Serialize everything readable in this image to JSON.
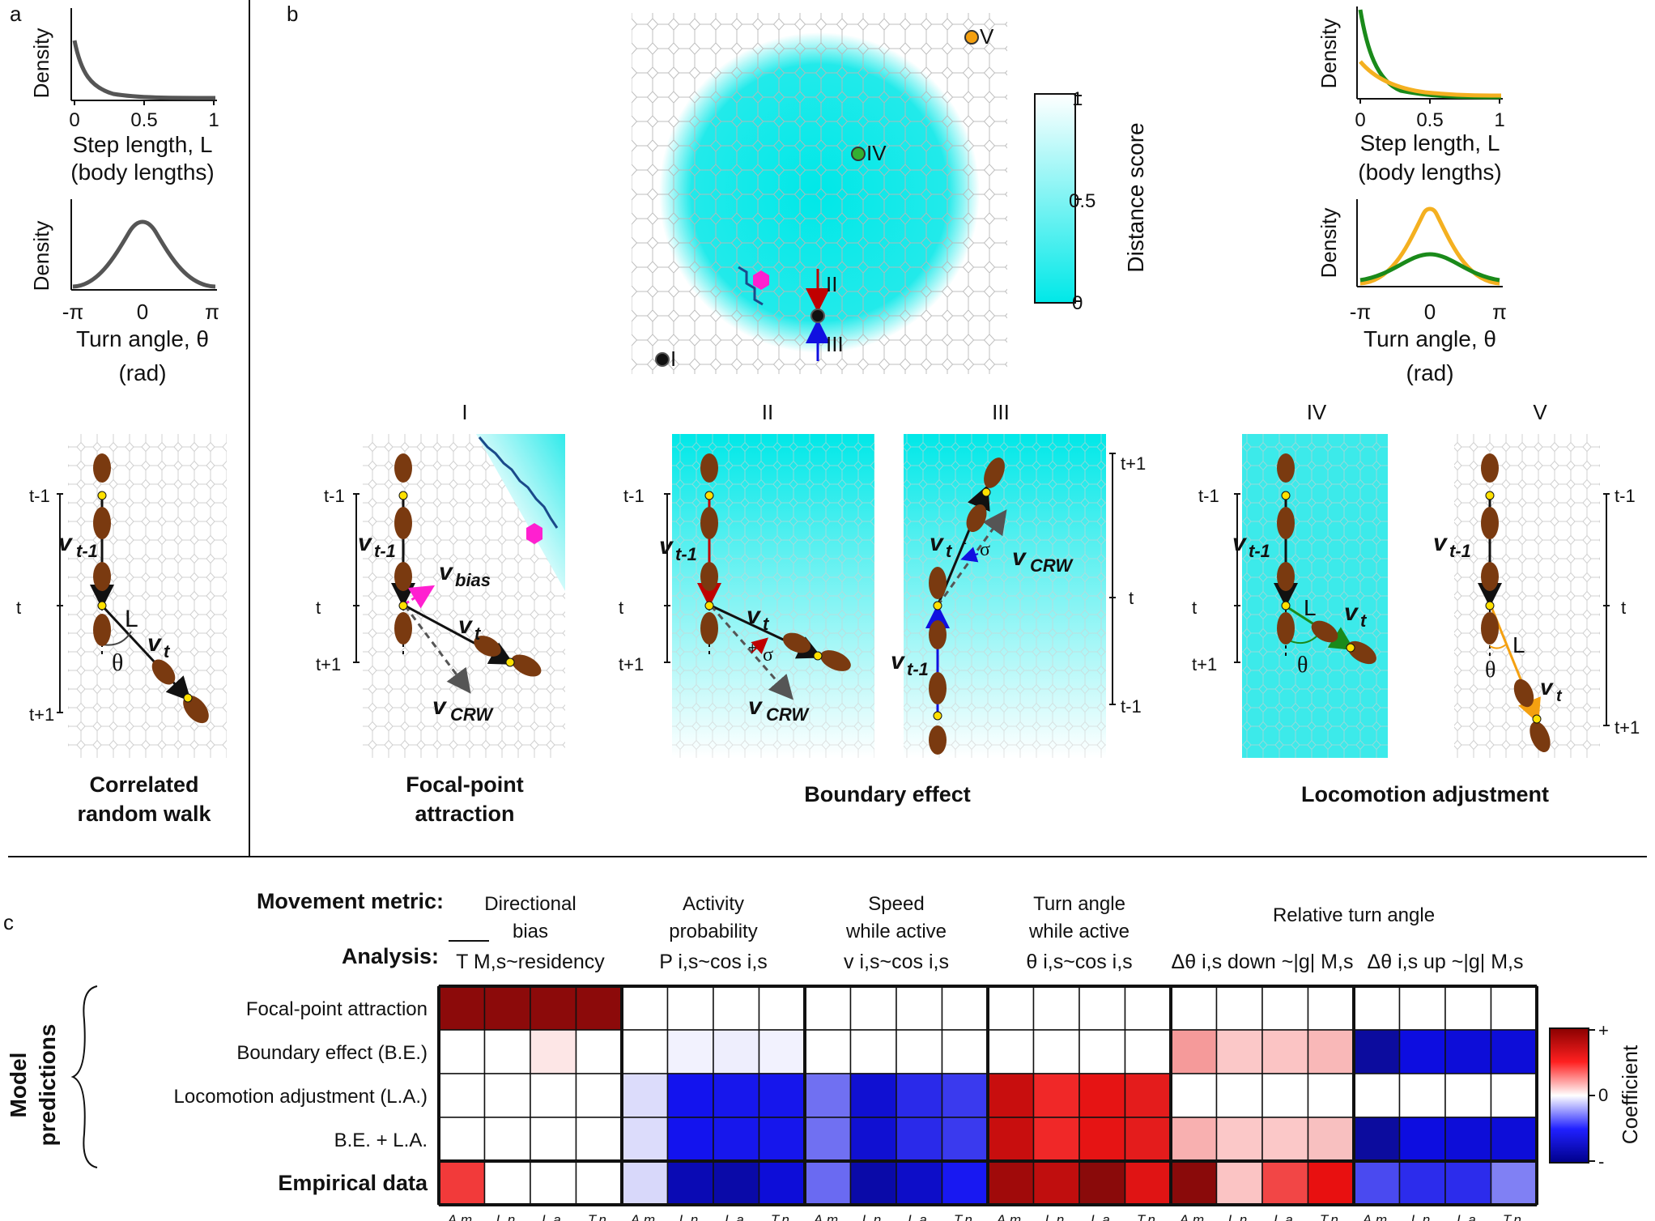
{
  "panels": {
    "a": "a",
    "b": "b",
    "c": "c"
  },
  "distributions": {
    "density": "Density",
    "step_ticks": [
      "0",
      "0.5",
      "1"
    ],
    "step_label": "Step length, L",
    "step_unit": "(body lengths)",
    "turn_ticks": [
      "-π",
      "0",
      "π"
    ],
    "turn_label": "Turn angle,  θ",
    "turn_unit": "(rad)"
  },
  "map": {
    "points": [
      "I",
      "II",
      "III",
      "IV",
      "V"
    ],
    "colorbar": {
      "ticks": [
        "1",
        "0.5",
        "0"
      ],
      "label": "Distance score"
    }
  },
  "scenarios": {
    "crw": {
      "title_1": "Correlated",
      "title_2": "random walk"
    },
    "fpa": {
      "numeral": "I",
      "title_1": "Focal-point",
      "title_2": "attraction"
    },
    "be": {
      "numerals": [
        "II",
        "III"
      ],
      "title": "Boundary effect"
    },
    "la": {
      "numerals": [
        "IV",
        "V"
      ],
      "title": "Locomotion adjustment"
    },
    "time": {
      "tm1": "t-1",
      "t": "t",
      "tp1": "t+1"
    },
    "vectors": {
      "v": "v",
      "sub_prev": "t-1",
      "sub_t": "t",
      "sub_bias": "bias",
      "sub_crw": "CRW"
    },
    "symbols": {
      "L": "L",
      "theta": "θ",
      "sigma": "σ",
      "plus": "+",
      "minus": "-"
    }
  },
  "table": {
    "metric_label": "Movement metric:",
    "analysis_label": "Analysis:",
    "groups": [
      {
        "metric_1": "Directional",
        "metric_2": "bias",
        "analysis": "T M,s~residency"
      },
      {
        "metric_1": "Activity",
        "metric_2": "probability",
        "analysis": "P i,s~cos i,s"
      },
      {
        "metric_1": "Speed",
        "metric_2": "while active",
        "analysis": "v i,s~cos i,s"
      },
      {
        "metric_1": "Turn angle",
        "metric_2": "while active",
        "analysis": "θ i,s~cos i,s"
      },
      {
        "metric_1": "Relative turn angle",
        "metric_2": "",
        "analysis": "Δθ i,s down ~|g| M,s"
      },
      {
        "metric_1": "",
        "metric_2": "",
        "analysis": "Δθ i,s up ~|g| M,s"
      }
    ],
    "model_label_1": "Model",
    "model_label_2": "predictions",
    "rows": [
      "Focal-point attraction",
      "Boundary effect (B.E.)",
      "Locomotion adjustment (L.A.)",
      "B.E. + L.A.",
      "Empirical data"
    ],
    "species": [
      "A.m.",
      "L.n.",
      "L.a.",
      "T.n."
    ],
    "cells": [
      [
        "#8c0a0a",
        "#8c0a0a",
        "#8c0a0a",
        "#8c0a0a",
        "#ffffff",
        "#ffffff",
        "#ffffff",
        "#ffffff",
        "#ffffff",
        "#ffffff",
        "#ffffff",
        "#ffffff",
        "#ffffff",
        "#ffffff",
        "#ffffff",
        "#ffffff",
        "#ffffff",
        "#ffffff",
        "#ffffff",
        "#ffffff",
        "#ffffff",
        "#ffffff",
        "#ffffff",
        "#ffffff"
      ],
      [
        "#ffffff",
        "#ffffff",
        "#fde6e6",
        "#ffffff",
        "#ffffff",
        "#f2f2fe",
        "#eeeefd",
        "#f2f2fe",
        "#ffffff",
        "#ffffff",
        "#ffffff",
        "#ffffff",
        "#ffffff",
        "#ffffff",
        "#ffffff",
        "#ffffff",
        "#f59a9a",
        "#fbc8c8",
        "#fbc4c4",
        "#f9b8b8",
        "#0c0c9e",
        "#0d0de0",
        "#0d0dd8",
        "#0d0dd8"
      ],
      [
        "#ffffff",
        "#ffffff",
        "#ffffff",
        "#ffffff",
        "#dcdcfb",
        "#1313ee",
        "#1717ec",
        "#1616ec",
        "#7070f2",
        "#1010d2",
        "#2a2aea",
        "#3a3aee",
        "#c80e0e",
        "#f02828",
        "#e61414",
        "#e41c1c",
        "#ffffff",
        "#ffffff",
        "#ffffff",
        "#ffffff",
        "#ffffff",
        "#ffffff",
        "#ffffff",
        "#ffffff"
      ],
      [
        "#ffffff",
        "#ffffff",
        "#ffffff",
        "#ffffff",
        "#dcdcfb",
        "#1313ee",
        "#1717ec",
        "#1616ec",
        "#7070f2",
        "#1010d2",
        "#2a2aea",
        "#3a3aee",
        "#c80e0e",
        "#f02828",
        "#e61414",
        "#e41c1c",
        "#f8b0b0",
        "#fbc8c8",
        "#fbc8c8",
        "#f8c0c0",
        "#0c0c9e",
        "#0d0de0",
        "#0d0dd8",
        "#0d0dd8"
      ],
      [
        "#f23a3a",
        "#ffffff",
        "#ffffff",
        "#ffffff",
        "#d8d8fa",
        "#0a0ab4",
        "#0a0aa8",
        "#0d0dd8",
        "#6a6af2",
        "#0a0aa8",
        "#0d0dc8",
        "#1818f2",
        "#a00a0a",
        "#c00e0e",
        "#8a0a0a",
        "#e01414",
        "#8a0a0a",
        "#fbc4c4",
        "#f24646",
        "#e81010",
        "#4a4af0",
        "#2c2cec",
        "#2c2cec",
        "#8080f4"
      ]
    ],
    "colorbar": {
      "plus": "+",
      "zero": "0",
      "minus": "-",
      "label": "Coefficient"
    }
  }
}
